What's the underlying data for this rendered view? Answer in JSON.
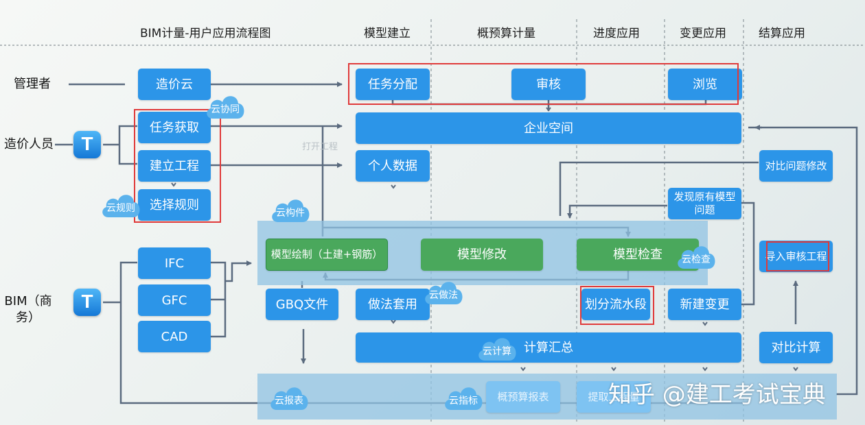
{
  "headers": {
    "flow_title": "BIM计量-用户应用流程图",
    "model_build": "模型建立",
    "estimate": "概预算计量",
    "progress": "进度应用",
    "change": "变更应用",
    "settle": "结算应用"
  },
  "roles": {
    "admin": "管理者",
    "cost_staff": "造价人员",
    "bim_business": "BIM（商务）"
  },
  "icon": {
    "t_letter": "T",
    "icon_name": "t-app-icon"
  },
  "boxes": {
    "cost_cloud": "造价云",
    "task_fetch": "任务获取",
    "build_project": "建立工程",
    "select_rules": "选择规则",
    "task_assign": "任务分配",
    "review": "审核",
    "browse": "浏览",
    "enterprise_space": "企业空间",
    "personal_data": "个人数据",
    "compare_fix": "对比问题修改",
    "find_issues": "发现原有模型问题",
    "import_review": "导入审核工程",
    "model_draw": "模型绘制（土建+钢筋）",
    "model_modify": "模型修改",
    "model_check": "模型检查",
    "ifc": "IFC",
    "gfc": "GFC",
    "cad": "CAD",
    "gbq_file": "GBQ文件",
    "method_apply": "做法套用",
    "flow_segment": "划分流水段",
    "new_change": "新建变更",
    "calc_summary": "计算汇总",
    "compare_calc": "对比计算",
    "estimate_report": "概预算报表",
    "extract_qty": "提取工程量"
  },
  "clouds": {
    "collab": "云协同",
    "rules": "云规则",
    "component": "云构件",
    "check": "云检查",
    "method": "云做法",
    "calc": "云计算",
    "report": "云报表",
    "indicator": "云指标"
  },
  "ghost_text": "打开工程",
  "watermark": "知乎 @建工考试宝典",
  "colors": {
    "box_blue": "#2c95e8",
    "box_green": "#4aa85c",
    "band_blue": "#90c3e3",
    "highlight_red": "#e03a3a",
    "arrow": "#5a6a7e"
  }
}
